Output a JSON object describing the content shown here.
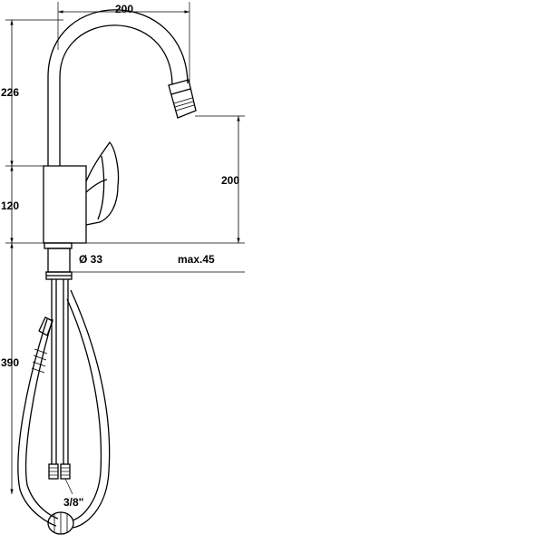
{
  "dimensions": {
    "top_width": "200",
    "spout_height": "226",
    "body_height": "120",
    "outlet_height": "200",
    "hose_length": "390",
    "shank_diameter": "Ø 33",
    "max_thickness": "max.45",
    "connector_size": "3/8\""
  }
}
